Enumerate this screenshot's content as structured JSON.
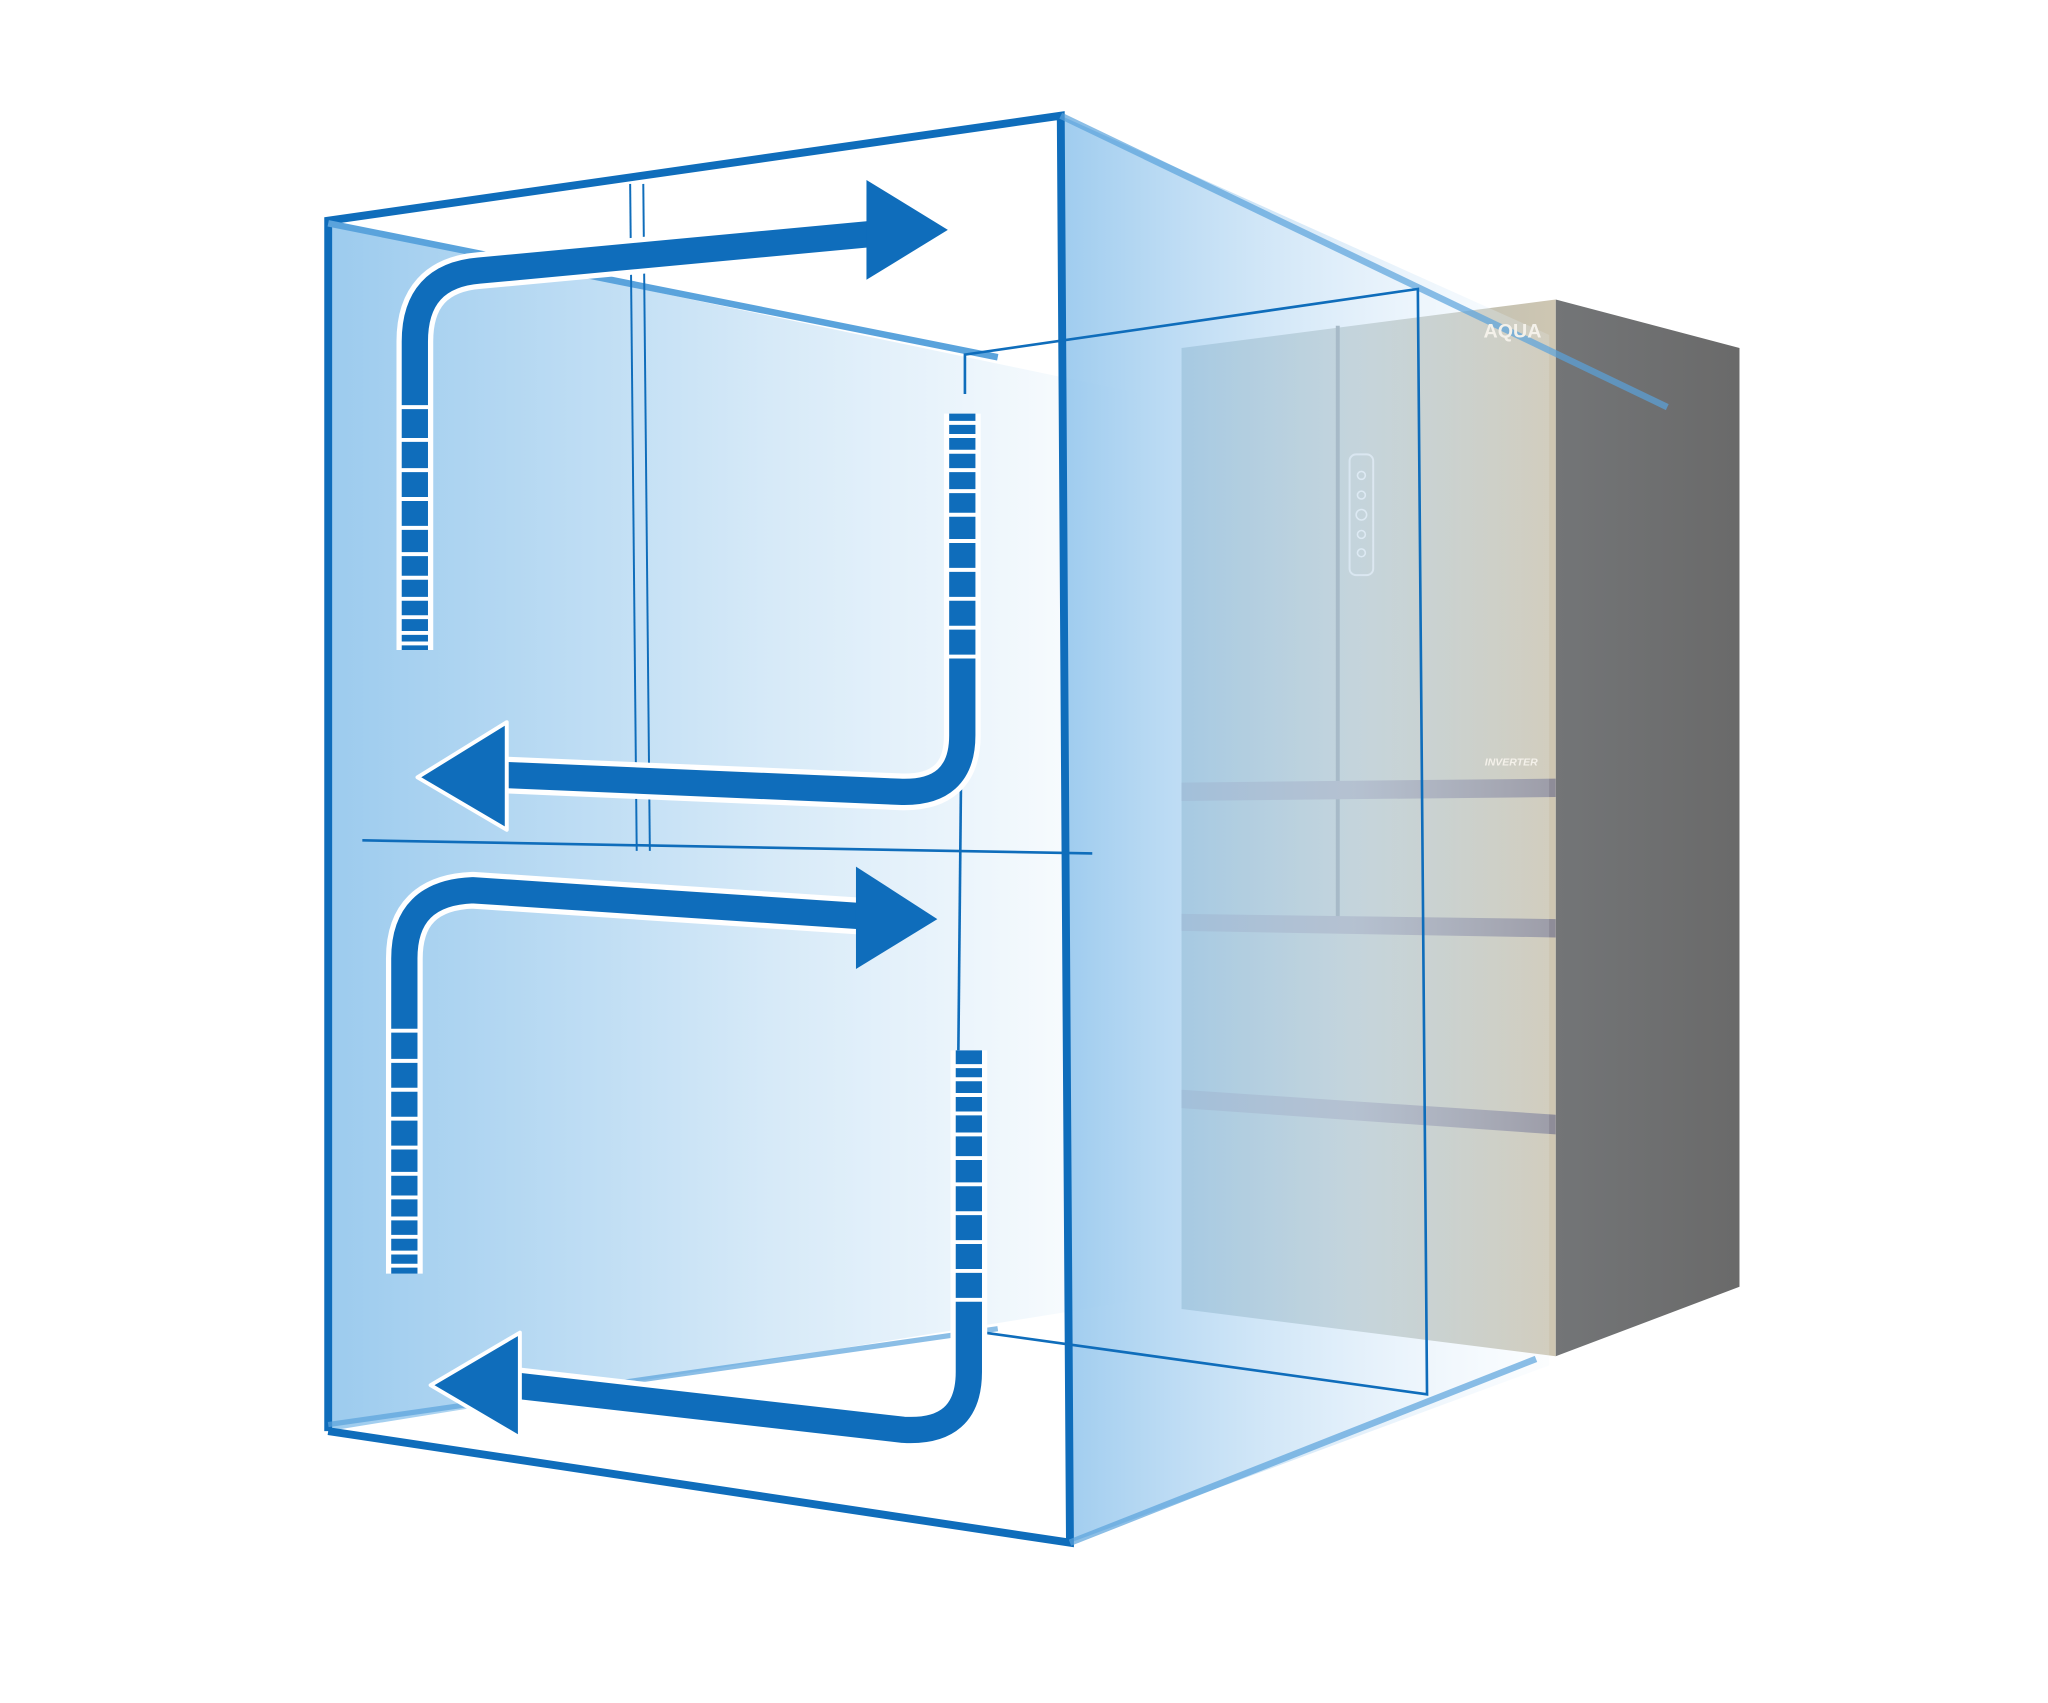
{
  "product": {
    "brand_logo": "AQUA",
    "badge": "INVERTER"
  },
  "colors": {
    "frame_blue": "#0f6dbb",
    "face_blue": "#9ccbee",
    "fridge_front": "#c6c2b0",
    "fridge_side": "#6d6d6d",
    "stripe": "#8e8c98"
  },
  "diagram": {
    "airflow_arrows": [
      {
        "section": "upper",
        "direction": "right"
      },
      {
        "section": "upper",
        "direction": "left"
      },
      {
        "section": "lower",
        "direction": "right"
      },
      {
        "section": "lower",
        "direction": "left"
      }
    ]
  }
}
